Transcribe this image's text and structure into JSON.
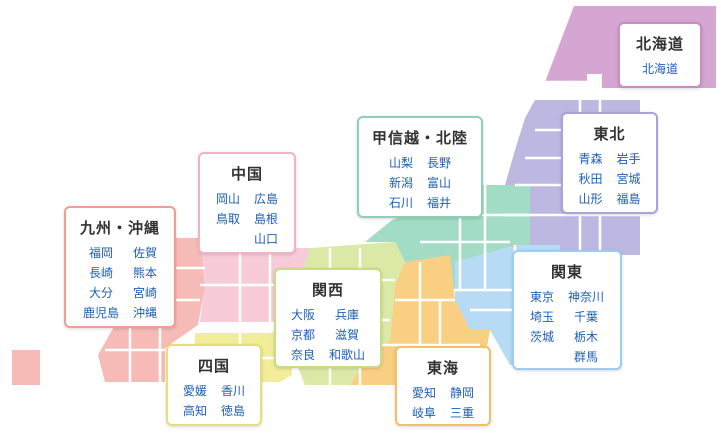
{
  "regions": [
    {
      "key": "hokkaido",
      "title": "北海道",
      "color": "#d6a6d2",
      "border": "#c98cc4",
      "prefs": [
        "北海道"
      ]
    },
    {
      "key": "tohoku",
      "title": "東北",
      "color": "#b9b6e0",
      "border": "#a8a4d9",
      "prefs": [
        "青森",
        "岩手",
        "秋田",
        "宮城",
        "山形",
        "福島"
      ]
    },
    {
      "key": "koshinetsu",
      "title": "甲信越・北陸",
      "color": "#9fd8c3",
      "border": "#8fcfb5",
      "prefs": [
        "山梨",
        "長野",
        "新潟",
        "富山",
        "石川",
        "福井"
      ]
    },
    {
      "key": "kanto",
      "title": "関東",
      "color": "#b5d9f3",
      "border": "#9fcbed",
      "prefs": [
        "東京",
        "神奈川",
        "埼玉",
        "千葉",
        "茨城",
        "栃木",
        "",
        "群馬"
      ]
    },
    {
      "key": "tokai",
      "title": "東海",
      "color": "#f9cf83",
      "border": "#f4c067",
      "prefs": [
        "愛知",
        "静岡",
        "岐阜",
        "三重"
      ]
    },
    {
      "key": "kansai",
      "title": "関西",
      "color": "#d9e7a3",
      "border": "#c9db86",
      "prefs": [
        "大阪",
        "兵庫",
        "京都",
        "滋賀",
        "奈良",
        "和歌山"
      ]
    },
    {
      "key": "chugoku",
      "title": "中国",
      "color": "#f6cad6",
      "border": "#f0b3c4",
      "prefs": [
        "岡山",
        "広島",
        "鳥取",
        "島根",
        "",
        "山口"
      ]
    },
    {
      "key": "shikoku",
      "title": "四国",
      "color": "#f1ec97",
      "border": "#e6df78",
      "prefs": [
        "愛媛",
        "香川",
        "高知",
        "徳島"
      ]
    },
    {
      "key": "kyushu",
      "title": "九州・沖縄",
      "color": "#f6b9b4",
      "border": "#f09d96",
      "prefs": [
        "福岡",
        "佐賀",
        "長崎",
        "熊本",
        "大分",
        "宮崎",
        "鹿児島",
        "沖縄"
      ]
    }
  ]
}
